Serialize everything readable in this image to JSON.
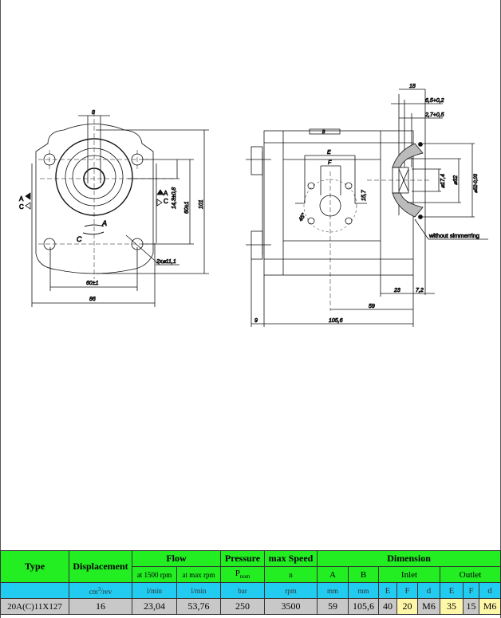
{
  "drawing": {
    "front_view": {
      "keyway_width": "8",
      "width_86": "86",
      "bolt_spacing_h": "60±1",
      "height_101": "101",
      "bolt_spacing_v": "60±1",
      "shaft_offset": "14,3±0,8",
      "holes": "2x⌀11,1",
      "rot_a": "A",
      "rot_c": "C",
      "port_a": "A",
      "port_c": "C"
    },
    "side_view": {
      "width_18": "18",
      "dim_6_5": "6,5+0,2",
      "dim_2_7": "2,7+0,5",
      "label_E": "E",
      "label_F": "F",
      "dim_15_7": "15,7",
      "angle_45": "45°",
      "dia_17_4": "⌀17,4",
      "dia_32": "⌀32",
      "dia_52": "⌀52-0,03",
      "note": "without simmerring",
      "dim_23": "23",
      "dim_7_2": "7,2",
      "dim_59": "59",
      "dim_105_6": "105,6",
      "dim_9": "9",
      "top_mark": "B"
    }
  },
  "table": {
    "headers": {
      "type": "Type",
      "displacement": "Displacement",
      "flow": "Flow",
      "pressure": "Pressure",
      "max_speed": "max Speed",
      "dimension": "Dimension"
    },
    "sub": {
      "flow_1500": "at 1500 rpm",
      "flow_max": "at max rpm",
      "pressure_sym": "P",
      "pressure_sub": "nom",
      "speed_sym": "n",
      "A": "A",
      "B": "B",
      "inlet": "Inlet",
      "outlet": "Outlet"
    },
    "units": {
      "displacement_pre": "cm",
      "displacement_sup": "3",
      "displacement_post": "/rev",
      "flow1": "l/min",
      "flow2": "l/min",
      "pressure": "bar",
      "speed": "rpm",
      "A": "mm",
      "B": "mm",
      "inlet_E": "E",
      "inlet_F": "F",
      "inlet_d": "d",
      "outlet_E": "E",
      "outlet_F": "F",
      "outlet_d": "d"
    },
    "row": {
      "type": "20A(C)11X127",
      "displacement": "16",
      "flow_1500": "23,04",
      "flow_max": "53,76",
      "pressure": "250",
      "speed": "3500",
      "A": "59",
      "B": "105,6",
      "inlet_E": "40",
      "inlet_F": "20",
      "inlet_d": "M6",
      "outlet_E": "35",
      "outlet_F": "15",
      "outlet_d": "M6"
    }
  }
}
